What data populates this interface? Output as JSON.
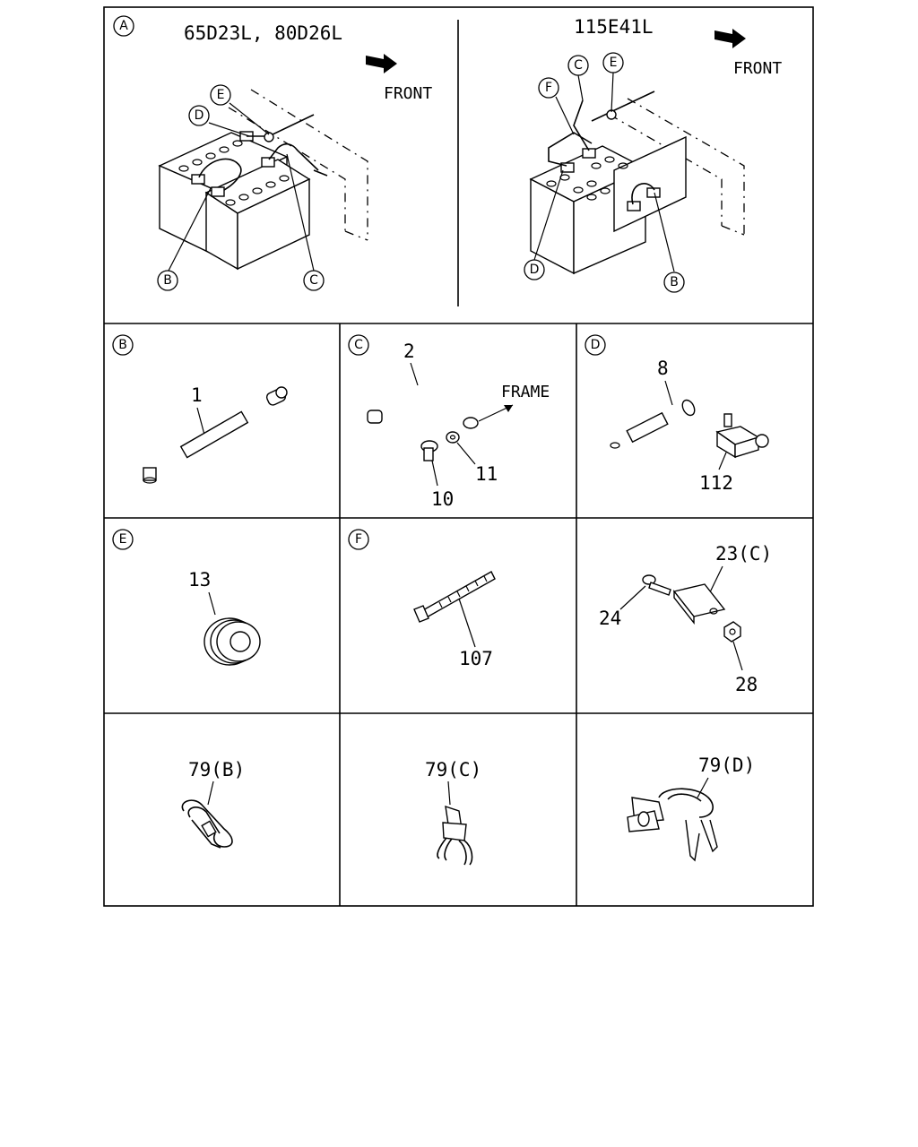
{
  "panel_a": {
    "label": "A",
    "left_model": "65D23L, 80D26L",
    "right_model": "115E41L",
    "front_text": "FRONT",
    "callouts": [
      "E",
      "D",
      "B",
      "C",
      "C",
      "E",
      "F",
      "D",
      "B"
    ]
  },
  "panel_b": {
    "label": "B",
    "parts": [
      "1"
    ]
  },
  "panel_c": {
    "label": "C",
    "parts": [
      "2",
      "11",
      "10"
    ],
    "frame_text": "FRAME"
  },
  "panel_d": {
    "label": "D",
    "parts": [
      "8",
      "112"
    ]
  },
  "panel_e": {
    "label": "E",
    "parts": [
      "13"
    ]
  },
  "panel_f": {
    "label": "F",
    "parts": [
      "107"
    ]
  },
  "panel_g": {
    "parts": [
      "23(C)",
      "24",
      "28"
    ]
  },
  "panel_h": {
    "parts": [
      "79(B)"
    ]
  },
  "panel_i": {
    "parts": [
      "79(C)"
    ]
  },
  "panel_j": {
    "parts": [
      "79(D)"
    ]
  }
}
